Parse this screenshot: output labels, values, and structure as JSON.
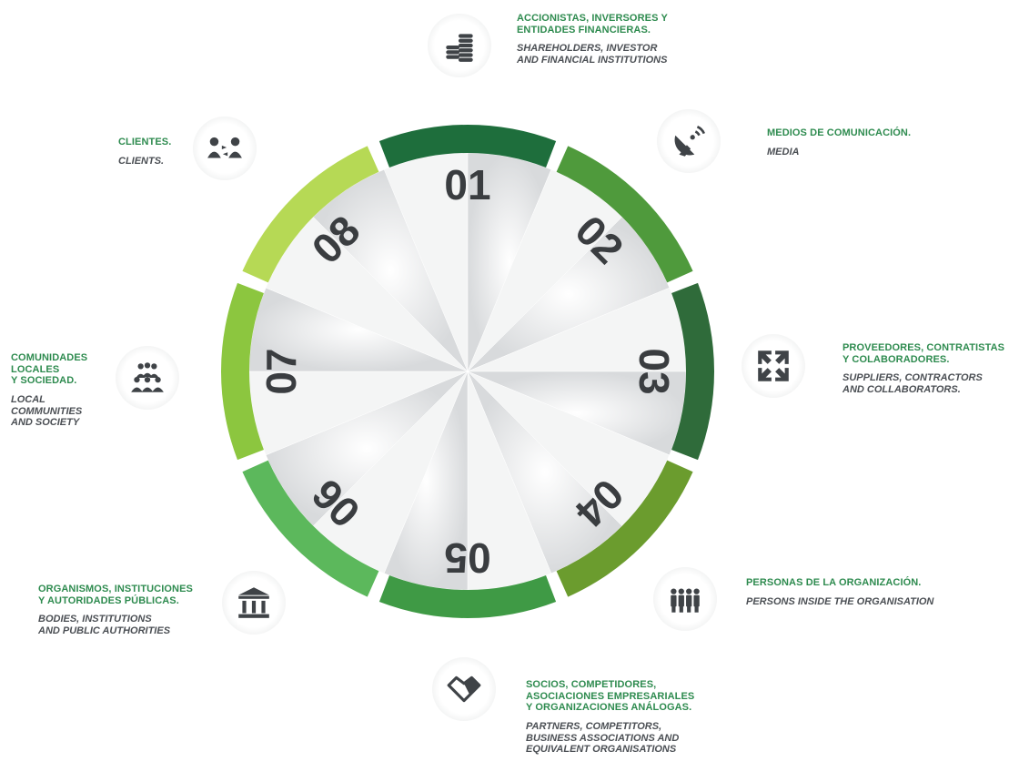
{
  "colors": {
    "ring": [
      "#1e6e3c",
      "#4f9a3c",
      "#2f6b3a",
      "#6b9c2e",
      "#3f9a45",
      "#5cb85c",
      "#8cc63f",
      "#b6d955"
    ],
    "label_es": "#2e8b4f",
    "label_en": "#4b4f54",
    "icon": "#3f4347",
    "number": "#3a3d40"
  },
  "segments": [
    {
      "number": "01",
      "es": "ACCIONISTAS, INVERSORES Y\nENTIDADES FINANCIERAS.",
      "en": "SHAREHOLDERS, INVESTOR\nAND FINANCIAL INSTITUTIONS",
      "icon": "coins-stack-icon"
    },
    {
      "number": "02",
      "es": "MEDIOS DE COMUNICACIÓN.",
      "en": "MEDIA",
      "icon": "satellite-dish-icon"
    },
    {
      "number": "03",
      "es": "PROVEEDORES, CONTRATISTAS\nY COLABORADORES.",
      "en": "SUPPLIERS, CONTRACTORS\nAND COLLABORATORS.",
      "icon": "converging-arrows-icon"
    },
    {
      "number": "04",
      "es": "PERSONAS DE LA ORGANIZACIÓN.",
      "en": "PERSONS INSIDE THE ORGANISATION",
      "icon": "people-row-icon"
    },
    {
      "number": "05",
      "es": "SOCIOS, COMPETIDORES,\nASOCIACIONES EMPRESARIALES\nY ORGANIZACIONES ANÁLOGAS.",
      "en": "PARTNERS, COMPETITORS,\nBUSINESS ASSOCIATIONS AND\nEQUIVALENT ORGANISATIONS",
      "icon": "handshake-icon"
    },
    {
      "number": "06",
      "es": "ORGANISMOS, INSTITUCIONES\nY AUTORIDADES PÚBLICAS.",
      "en": "BODIES, INSTITUTIONS\nAND PUBLIC AUTHORITIES",
      "icon": "public-building-icon"
    },
    {
      "number": "07",
      "es": "COMUNIDADES\nLOCALES\nY SOCIEDAD.",
      "en": "LOCAL\nCOMMUNITIES\nAND SOCIETY",
      "icon": "community-group-icon"
    },
    {
      "number": "08",
      "es": "CLIENTES.",
      "en": "CLIENTS.",
      "icon": "client-exchange-icon"
    }
  ]
}
